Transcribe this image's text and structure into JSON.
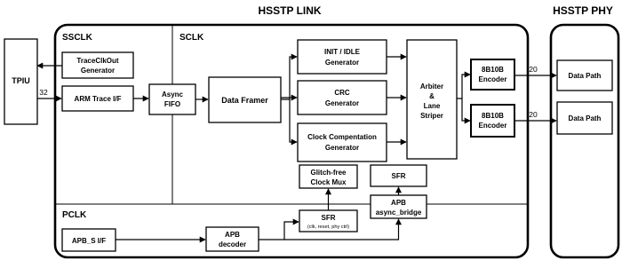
{
  "titles": {
    "link": "HSSTP LINK",
    "phy": "HSSTP PHY"
  },
  "domains": {
    "ssclk": "SSCLK",
    "sclk": "SCLK",
    "pclk": "PCLK"
  },
  "blocks": {
    "tpiu": "TPIU",
    "traceclkout": [
      "TraceClkOut",
      "Generator"
    ],
    "arm_trace": "ARM Trace I/F",
    "async_fifo": [
      "Async",
      "FIFO"
    ],
    "data_framer": "Data Framer",
    "init_idle": [
      "INIT / IDLE",
      "Generator"
    ],
    "crc": [
      "CRC",
      "Generator"
    ],
    "clock_comp": [
      "Clock Compentation",
      "Generator"
    ],
    "arbiter": [
      "Arbiter",
      "&",
      "Lane",
      "Striper"
    ],
    "enc1": [
      "8B10B",
      "Encoder"
    ],
    "enc2": [
      "8B10B",
      "Encoder"
    ],
    "datapath1": "Data Path",
    "datapath2": "Data Path",
    "glitch_mux": [
      "Glitch-free",
      "Clock Mux"
    ],
    "sfr_top": "SFR",
    "apb_bridge": [
      "APB",
      "async_bridge"
    ],
    "sfr_bottom": [
      "SFR",
      "(clk, reset, phy ctrl)"
    ],
    "apb_s": "APB_S I/F",
    "apb_decoder": [
      "APB",
      "decoder"
    ]
  },
  "labels": {
    "bus32": "32",
    "lane1": "20",
    "lane2": "20"
  }
}
